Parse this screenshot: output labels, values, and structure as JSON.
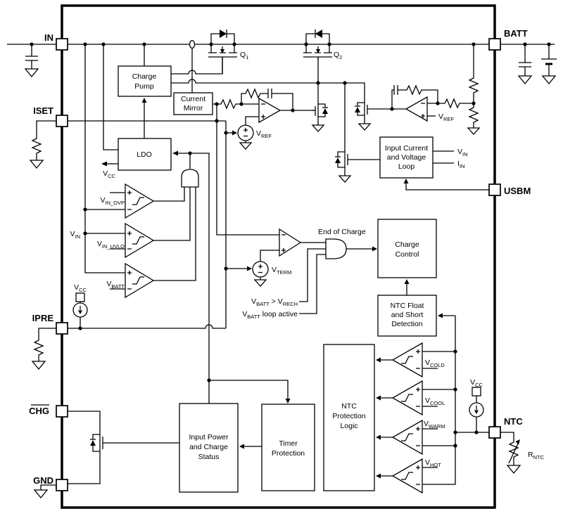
{
  "diagram": {
    "type": "battery-charger-ic-block-diagram",
    "background_color": "#ffffff",
    "line_color": "#000000"
  },
  "pins": {
    "in": "IN",
    "iset": "ISET",
    "ipre": "IPRE",
    "chg": "CHG",
    "gnd": "GND",
    "batt": "BATT",
    "usbm": "USBM",
    "ntc": "NTC"
  },
  "blocks": {
    "charge_pump": {
      "lines": [
        "Charge",
        "Pump"
      ]
    },
    "current_mirror": {
      "lines": [
        "Current",
        "Mirror"
      ]
    },
    "ldo": {
      "lines": [
        "LDO"
      ]
    },
    "input_current_voltage_loop": {
      "lines": [
        "Input Current",
        "and Voltage",
        "Loop"
      ]
    },
    "charge_control": {
      "lines": [
        "Charge",
        "Control"
      ]
    },
    "ntc_float_short_detection": {
      "lines": [
        "NTC Float",
        "and Short",
        "Detection"
      ]
    },
    "ntc_protection_logic": {
      "lines": [
        "NTC",
        "Protection",
        "Logic"
      ]
    },
    "timer_protection": {
      "lines": [
        "Timer",
        "Protection"
      ]
    },
    "input_power_charge_status": {
      "lines": [
        "Input Power",
        "and Charge",
        "Status"
      ]
    }
  },
  "signals": {
    "q1": {
      "main": "Q",
      "sub": "1"
    },
    "q2": {
      "main": "Q",
      "sub": "2"
    },
    "vcc_ldo": {
      "main": "V",
      "sub": "CC"
    },
    "vin_ovp": {
      "main": "V",
      "sub": "IN_OVP"
    },
    "vin_bus": {
      "main": "V",
      "sub": "IN"
    },
    "vin_uvlo": {
      "main": "V",
      "sub": "IN_UVLO"
    },
    "vbatt_threshold": {
      "main": "V",
      "sub": "BATT"
    },
    "vcc_ipre": {
      "main": "V",
      "sub": "CC"
    },
    "vref_current_loop": {
      "main": "V",
      "sub": "REF"
    },
    "vref_voltage_loop": {
      "main": "V",
      "sub": "REF"
    },
    "vterm": {
      "main": "V",
      "sub": "TERM"
    },
    "end_of_charge": "End of Charge",
    "vbatt_gt_vrech": {
      "p1": "V",
      "s1": "BATT",
      "p2": " > V",
      "s2": "RECH"
    },
    "vbatt_loop_active": {
      "p1": "V",
      "s1": "BATT",
      "p2": " loop active"
    },
    "vin_out": {
      "main": "V",
      "sub": "IN"
    },
    "iin_out": {
      "main": "I",
      "sub": "IN"
    },
    "vcold": {
      "main": "V",
      "sub": "COLD"
    },
    "vcool": {
      "main": "V",
      "sub": "COOL"
    },
    "vwarm": {
      "main": "V",
      "sub": "WARM"
    },
    "vhot": {
      "main": "V",
      "sub": "HOT"
    },
    "vcc_ntc": {
      "main": "V",
      "sub": "CC"
    },
    "rntc": {
      "main": "R",
      "sub": "NTC"
    }
  }
}
